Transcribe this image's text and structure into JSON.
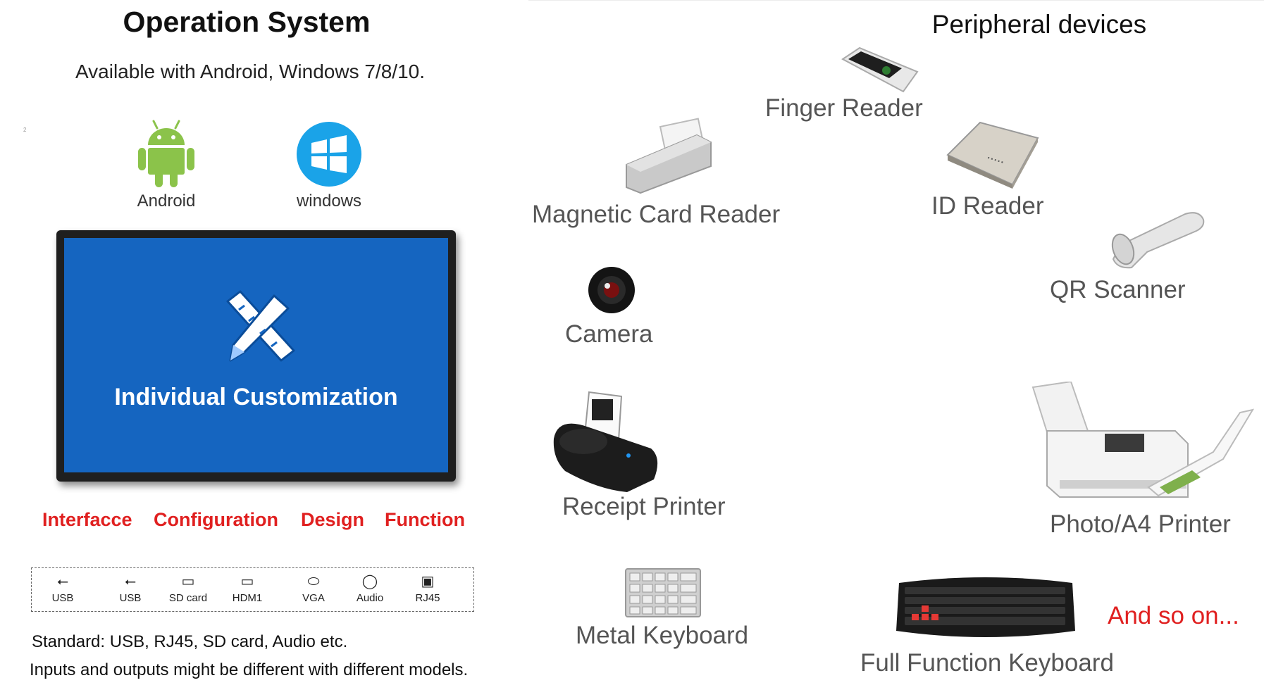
{
  "os_section": {
    "title": "Operation System",
    "subtitle": "Available with Android, Windows 7/8/10.",
    "corner_mark": "2",
    "systems": [
      {
        "label": "Android",
        "icon": "android-icon"
      },
      {
        "label": "windows",
        "icon": "windows-icon"
      }
    ]
  },
  "display": {
    "icon": "pencil-ruler-icon",
    "text": "Individual Customization",
    "screen_color": "#1565c0"
  },
  "features": [
    "Interfacce",
    "Configuration",
    "Design",
    "Function"
  ],
  "ports": [
    {
      "label": "USB",
      "icon": "usb-icon"
    },
    {
      "label": "USB",
      "icon": "usb-icon"
    },
    {
      "label": "SD card",
      "icon": "sd-card-icon"
    },
    {
      "label": "HDM1",
      "icon": "hdmi-icon"
    },
    {
      "label": "VGA",
      "icon": "vga-icon"
    },
    {
      "label": "Audio",
      "icon": "audio-icon"
    },
    {
      "label": "RJ45",
      "icon": "rj45-icon"
    }
  ],
  "standard_text": "Standard: USB, RJ45, SD card, Audio etc.",
  "note_text": "Inputs and outputs might be different with different models.",
  "peripherals": {
    "title": "Peripheral devices",
    "devices": [
      {
        "label": "Finger Reader",
        "icon": "fingerprint-reader-icon"
      },
      {
        "label": "Magnetic Card Reader",
        "icon": "magnetic-card-reader-icon"
      },
      {
        "label": "ID Reader",
        "icon": "id-reader-icon"
      },
      {
        "label": "QR Scanner",
        "icon": "qr-scanner-icon"
      },
      {
        "label": "Camera",
        "icon": "camera-icon"
      },
      {
        "label": "Receipt Printer",
        "icon": "receipt-printer-icon"
      },
      {
        "label": "Photo/A4 Printer",
        "icon": "photo-printer-icon"
      },
      {
        "label": "Metal Keyboard",
        "icon": "metal-keyboard-icon"
      },
      {
        "label": "Full Function Keyboard",
        "icon": "keyboard-icon"
      }
    ],
    "so_on": "And so on..."
  },
  "colors": {
    "accent_red": "#e02020",
    "screen_blue": "#1565c0",
    "android_green": "#8bc34a",
    "windows_blue": "#1aa3e8"
  }
}
